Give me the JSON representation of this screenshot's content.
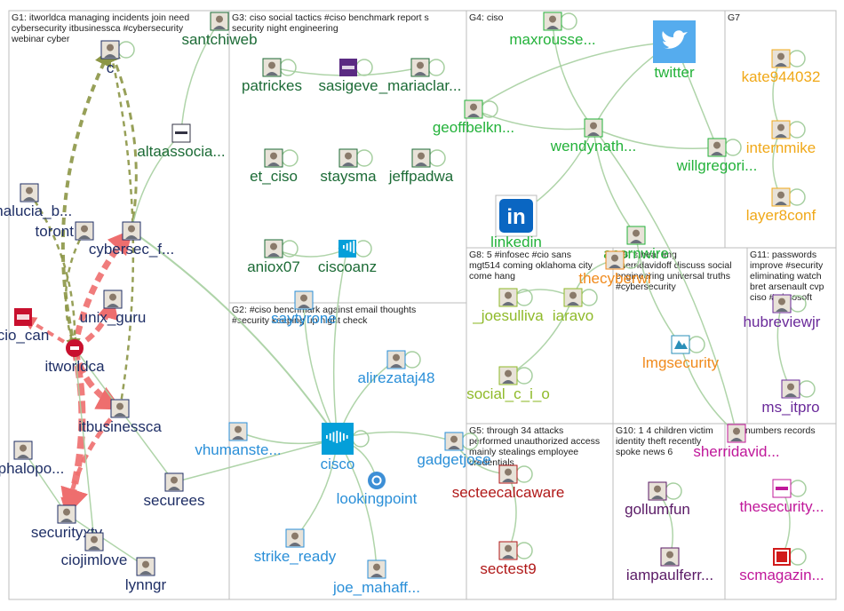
{
  "groups": [
    {
      "id": "G1",
      "caption": [
        "G1: itworldca managing incidents join need",
        "cybersecurity itbusinessca #cybersecurity",
        "webinar cyber"
      ]
    },
    {
      "id": "G3",
      "caption": [
        "G3: ciso social tactics #ciso benchmark report s",
        "security night engineering"
      ]
    },
    {
      "id": "G4",
      "caption": [
        "G4: ciso"
      ]
    },
    {
      "id": "G7",
      "caption": [
        "G7"
      ]
    },
    {
      "id": "G2",
      "caption": [
        "G2: #ciso benchmark against email thoughts",
        "#security keeping up night check"
      ]
    },
    {
      "id": "G8",
      "caption": [
        "G8: 5 #infosec #cio sans",
        "mgt514 coming oklahoma city",
        "come hang"
      ]
    },
    {
      "id": "G6",
      "caption": [
        "G6: s hear lmg",
        "sherridavidoff discuss social",
        "engineering universal truths",
        "#cybersecurity"
      ]
    },
    {
      "id": "G11",
      "caption": [
        "G11: passwords",
        "improve #security",
        "eliminating watch",
        "bret arsenault cvp",
        "ciso #microsoft"
      ]
    },
    {
      "id": "G5",
      "caption": [
        "G5: through 34 attacks",
        "performed unauthorized access",
        "mainly stealings employee",
        "credentials"
      ]
    },
    {
      "id": "G10",
      "caption": [
        "G10: 1 4 children victim",
        "identity theft recently",
        "spoke news 6"
      ]
    },
    {
      "id": "G9",
      "caption": [
        "G9: numbers records"
      ]
    }
  ],
  "nodes": [
    {
      "id": "c",
      "label": "c",
      "group": "G1",
      "icon": "avatar-icon"
    },
    {
      "id": "analucia",
      "label": "analucia_b...",
      "group": "G1",
      "icon": "avatar-icon"
    },
    {
      "id": "toronto",
      "label": "toront",
      "group": "G1",
      "icon": "avatar-icon"
    },
    {
      "id": "cybersec",
      "label": "cybersec_f...",
      "group": "G1",
      "icon": "avatar-icon"
    },
    {
      "id": "unix",
      "label": "unix_guru",
      "group": "G1",
      "icon": "avatar-icon"
    },
    {
      "id": "ciocan",
      "label": "cio_can",
      "group": "G1",
      "icon": "cio-logo-icon"
    },
    {
      "id": "itworldca",
      "label": "itworldca",
      "group": "G1",
      "icon": "itwc-logo-icon"
    },
    {
      "id": "itbusinessca",
      "label": "itbusinessca",
      "group": "G1",
      "icon": "avatar-icon"
    },
    {
      "id": "cephalopo",
      "label": "cephalopo...",
      "group": "G1",
      "icon": "avatar-icon"
    },
    {
      "id": "securees",
      "label": "securees",
      "group": "G1",
      "icon": "avatar-icon"
    },
    {
      "id": "securityxtv",
      "label": "securityxtv",
      "group": "G1",
      "icon": "avatar-icon"
    },
    {
      "id": "ciojimlove",
      "label": "ciojimlove",
      "group": "G1",
      "icon": "avatar-icon"
    },
    {
      "id": "lynngr",
      "label": "lynngr",
      "group": "G1",
      "icon": "avatar-icon"
    },
    {
      "id": "santchiweb",
      "label": "santchiweb",
      "group": "G3",
      "icon": "avatar-icon"
    },
    {
      "id": "altaassocia",
      "label": "altaassocia...",
      "group": "G3",
      "icon": "alta-logo-icon"
    },
    {
      "id": "patrickes",
      "label": "patrickes",
      "group": "G3",
      "icon": "avatar-icon"
    },
    {
      "id": "sasigeve",
      "label": "sasigeve",
      "group": "G3",
      "icon": "sasig-logo-icon"
    },
    {
      "id": "mariaclar",
      "label": "_mariaclar...",
      "group": "G3",
      "icon": "avatar-icon"
    },
    {
      "id": "etciso",
      "label": "et_ciso",
      "group": "G3",
      "icon": "avatar-icon"
    },
    {
      "id": "staysma",
      "label": "staysma",
      "group": "G3",
      "icon": "avatar-icon"
    },
    {
      "id": "jeffpadwa",
      "label": "jeffpadwa",
      "group": "G3",
      "icon": "avatar-icon"
    },
    {
      "id": "aniox07",
      "label": "aniox07",
      "group": "G3",
      "icon": "avatar-icon"
    },
    {
      "id": "ciscoanz",
      "label": "ciscoanz",
      "group": "G3",
      "icon": "cisco-logo-icon"
    },
    {
      "id": "maxrousse",
      "label": "maxrousse...",
      "group": "G4",
      "icon": "avatar-icon"
    },
    {
      "id": "twitter",
      "label": "twitter",
      "group": "G4",
      "icon": "twitter-icon"
    },
    {
      "id": "geoffbelkn",
      "label": "geoffbelkn...",
      "group": "G4",
      "icon": "avatar-icon"
    },
    {
      "id": "wendynath",
      "label": "wendynath...",
      "group": "G4",
      "icon": "avatar-icon"
    },
    {
      "id": "willgregori",
      "label": "willgregori...",
      "group": "G4",
      "icon": "avatar-icon"
    },
    {
      "id": "linkedin",
      "label": "linkedin",
      "group": "G4",
      "icon": "linkedin-icon"
    },
    {
      "id": "acorn",
      "label": "acornwire",
      "group": "G4",
      "icon": "avatar-icon"
    },
    {
      "id": "kate",
      "label": "kate944032",
      "group": "G7",
      "icon": "avatar-icon"
    },
    {
      "id": "internmike",
      "label": "internmike",
      "group": "G7",
      "icon": "avatar-icon"
    },
    {
      "id": "layer8conf",
      "label": "layer8conf",
      "group": "G7",
      "icon": "avatar-icon"
    },
    {
      "id": "saytyrone",
      "label": "saytyrone",
      "group": "G2",
      "icon": "avatar-icon"
    },
    {
      "id": "alireza",
      "label": "alirezataj48",
      "group": "G2",
      "icon": "avatar-icon"
    },
    {
      "id": "vhumanste",
      "label": "vhumanste...",
      "group": "G2",
      "icon": "avatar-icon"
    },
    {
      "id": "cisco",
      "label": "cisco",
      "group": "G2",
      "icon": "cisco-logo-icon"
    },
    {
      "id": "gadgetjose",
      "label": "gadgetjose",
      "group": "G2",
      "icon": "avatar-icon"
    },
    {
      "id": "lookingpoint",
      "label": "lookingpoint",
      "group": "G2",
      "icon": "gear-icon"
    },
    {
      "id": "strike",
      "label": "strike_ready",
      "group": "G2",
      "icon": "avatar-icon"
    },
    {
      "id": "joemahaff",
      "label": "joe_mahaff...",
      "group": "G2",
      "icon": "avatar-icon"
    },
    {
      "id": "joesulliva",
      "label": "_joesulliva",
      "group": "G8",
      "icon": "avatar-icon"
    },
    {
      "id": "iaravo",
      "label": "iaravo",
      "group": "G8",
      "icon": "avatar-icon"
    },
    {
      "id": "socialcio",
      "label": "social_c_i_o",
      "group": "G8",
      "icon": "avatar-icon"
    },
    {
      "id": "thecyberwi",
      "label": "thecyberwi",
      "group": "G6",
      "icon": "avatar-icon"
    },
    {
      "id": "lmgsecurity",
      "label": "lmgsecurity",
      "group": "G6",
      "icon": "lmg-logo-icon"
    },
    {
      "id": "hubreviewjr",
      "label": "hubreviewjr",
      "group": "G11",
      "icon": "avatar-icon"
    },
    {
      "id": "msitpro",
      "label": "ms_itpro",
      "group": "G11",
      "icon": "avatar-icon"
    },
    {
      "id": "secteecal",
      "label": "secteecalcaware",
      "group": "G5",
      "icon": "avatar-icon"
    },
    {
      "id": "sectest9",
      "label": "sectest9",
      "group": "G5",
      "icon": "avatar-icon"
    },
    {
      "id": "gollumfun",
      "label": "gollumfun",
      "group": "G10",
      "icon": "avatar-icon"
    },
    {
      "id": "iampaulferr",
      "label": "iampaulferr...",
      "group": "G10",
      "icon": "avatar-icon"
    },
    {
      "id": "sherridavid",
      "label": "sherridavid...",
      "group": "G9",
      "icon": "avatar-icon"
    },
    {
      "id": "thesecurity",
      "label": "thesecurity...",
      "group": "G9",
      "icon": "tsc-logo-icon"
    },
    {
      "id": "scmagazin",
      "label": "scmagazin...",
      "group": "G9",
      "icon": "sc-logo-icon"
    }
  ],
  "edges": [
    [
      "itworldca",
      "c"
    ],
    [
      "itworldca",
      "cybersec"
    ],
    [
      "itworldca",
      "unix"
    ],
    [
      "itworldca",
      "ciocan"
    ],
    [
      "itworldca",
      "itbusinessca"
    ],
    [
      "itworldca",
      "securityxtv"
    ],
    [
      "itbusinessca",
      "securityxtv"
    ],
    [
      "analucia",
      "itworldca"
    ],
    [
      "toronto",
      "itworldca"
    ],
    [
      "cybersec",
      "c"
    ],
    [
      "itbusinessca",
      "c"
    ],
    [
      "securees",
      "itworldca"
    ],
    [
      "ciojimlove",
      "itworldca"
    ],
    [
      "lynngr",
      "securityxtv"
    ],
    [
      "cephalopo",
      "securityxtv"
    ],
    [
      "santchiweb",
      "altaassocia"
    ],
    [
      "altaassocia",
      "cybersec"
    ],
    [
      "patrickes",
      "mariaclar"
    ],
    [
      "ciscoanz",
      "cisco"
    ],
    [
      "aniox07",
      "ciscoanz"
    ],
    [
      "geoffbelkn",
      "wendynath"
    ],
    [
      "twitter",
      "wendynath"
    ],
    [
      "maxrousse",
      "wendynath"
    ],
    [
      "wendynath",
      "willgregori"
    ],
    [
      "wendynath",
      "linkedin"
    ],
    [
      "wendynath",
      "acorn"
    ],
    [
      "willgregori",
      "twitter"
    ],
    [
      "twitter",
      "geoffbelkn"
    ],
    [
      "saytyrone",
      "cisco"
    ],
    [
      "alireza",
      "cisco"
    ],
    [
      "vhumanste",
      "cisco"
    ],
    [
      "gadgetjose",
      "cisco"
    ],
    [
      "lookingpoint",
      "cisco"
    ],
    [
      "strike",
      "cisco"
    ],
    [
      "joemahaff",
      "cisco"
    ],
    [
      "securees",
      "cisco"
    ],
    [
      "cybersec",
      "cisco"
    ],
    [
      "gadgetjose",
      "secteecal"
    ],
    [
      "iaravo",
      "joesulliva"
    ],
    [
      "socialcio",
      "iaravo"
    ],
    [
      "thecyberwi",
      "iaravo"
    ],
    [
      "lmgsecurity",
      "sherridavid"
    ],
    [
      "acorn",
      "lmgsecurity"
    ],
    [
      "wendynath",
      "sherridavid"
    ],
    [
      "hubreviewjr",
      "msitpro"
    ],
    [
      "sectest9",
      "secteecal"
    ],
    [
      "scmagazin",
      "thesecurity"
    ],
    [
      "iampaulferr",
      "gollumfun"
    ],
    [
      "internmike",
      "layer8conf"
    ],
    [
      "kate",
      "internmike"
    ]
  ],
  "self_loops": [
    "c",
    "patrickes",
    "sasigeve",
    "mariaclar",
    "etciso",
    "staysma",
    "jeffpadwa",
    "aniox07",
    "ciscoanz",
    "maxrousse",
    "geoffbelkn",
    "willgregori",
    "kate",
    "internmike",
    "layer8conf",
    "alireza",
    "cisco",
    "gadgetjose",
    "joesulliva",
    "iaravo",
    "socialcio",
    "thecyberwi",
    "lmgsecurity",
    "msitpro",
    "hubreviewjr",
    "secteecal",
    "thesecurity",
    "gollumfun",
    "scmagazin",
    "sectest9"
  ],
  "colors": {
    "G1": "#1f2f66",
    "G3": "#1c6b36",
    "G4": "#23b23a",
    "G7": "#f0a818",
    "G2": "#2a8fd8",
    "G8": "#8fba2a",
    "G6": "#f08a1c",
    "G11": "#6a2a9a",
    "G5": "#b01818",
    "G10": "#5a1a66",
    "G9": "#c0189a",
    "edge_green": "#a6cfa0",
    "edge_olive": "#8c9646",
    "edge_red": "#ee6e6e"
  }
}
